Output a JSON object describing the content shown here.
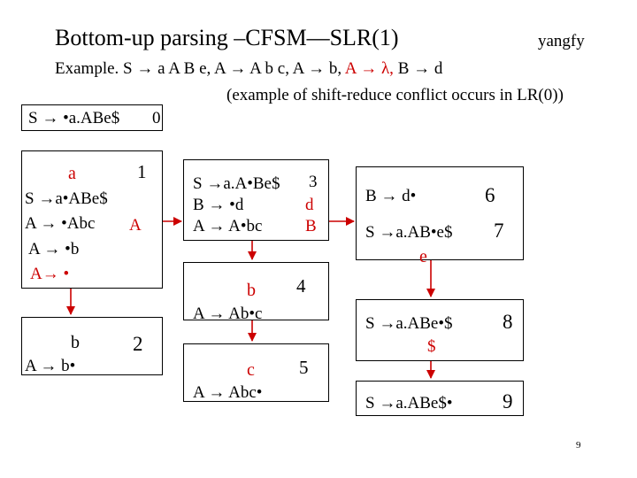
{
  "title": "Bottom-up parsing –CFSM—SLR(1)",
  "author": "yangfy",
  "example": {
    "lead": "Example.",
    "productions": [
      {
        "text": "S → a A B e,",
        "highlight": false
      },
      {
        "text": "A → A b c,",
        "highlight": false
      },
      {
        "text": "A → b,",
        "highlight": false
      },
      {
        "text": "A → λ,",
        "highlight": true
      },
      {
        "text": "B → d",
        "highlight": false
      }
    ]
  },
  "note": "(example of shift-reduce conflict occurs in LR(0))",
  "states": {
    "s0": {
      "item": "S → •a.ABe$",
      "number": "0"
    },
    "s1": {
      "symbol": "a",
      "number": "1",
      "items": [
        "S →a•ABe$",
        "A → •Abc",
        "A → •b",
        "A→ •"
      ],
      "goto": "A"
    },
    "s2": {
      "symbol": "b",
      "number": "2",
      "items": [
        "A → b•"
      ]
    },
    "s3": {
      "items": [
        "S →a.A•Be$",
        "B → •d",
        "A → A•bc"
      ],
      "number": "3",
      "goto_d": "d",
      "goto_B": "B"
    },
    "s4": {
      "symbol": "b",
      "number": "4",
      "items": [
        "A → Ab•c"
      ]
    },
    "s5": {
      "symbol": "c",
      "number": "5",
      "items": [
        "A → Abc•"
      ]
    },
    "s6": {
      "items": [
        "B → d•"
      ],
      "number": "6"
    },
    "s7": {
      "items": [
        "S →a.AB•e$"
      ],
      "number": "7",
      "goto": "e"
    },
    "s8": {
      "items": [
        "S →a.ABe•$"
      ],
      "number": "8",
      "goto": "$"
    },
    "s9": {
      "items": [
        "S →a.ABe$•"
      ],
      "number": "9"
    }
  },
  "page_number": "9",
  "colors": {
    "arrow": "#cc0000",
    "highlight": "#cc0000",
    "text": "#000000"
  }
}
